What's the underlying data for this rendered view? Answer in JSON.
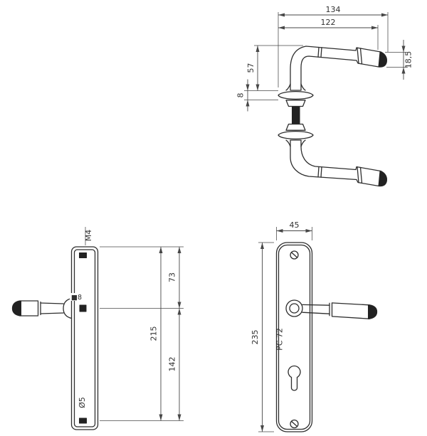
{
  "page": {
    "background": "#ffffff",
    "line_color": "#2e2e2e",
    "dimension_color": "#474747"
  },
  "views": {
    "handle_side": {
      "dims": {
        "total_length": "134",
        "length_to_cap": "122",
        "height_above_rose": "57",
        "rose_thickness": "8",
        "grip_diameter": "18,5"
      }
    },
    "plate_profile": {
      "dims": {
        "screw_thread": "M4",
        "plate_top_to_handle": "73",
        "plate_top_to_bottom_hole": "215",
        "handle_to_bottom_hole": "142",
        "spindle_square": "■8",
        "hole_diameter": "Ø5"
      }
    },
    "plate_front": {
      "dims": {
        "plate_width": "45",
        "plate_length": "235",
        "centre_distance": "PC 72"
      }
    }
  }
}
